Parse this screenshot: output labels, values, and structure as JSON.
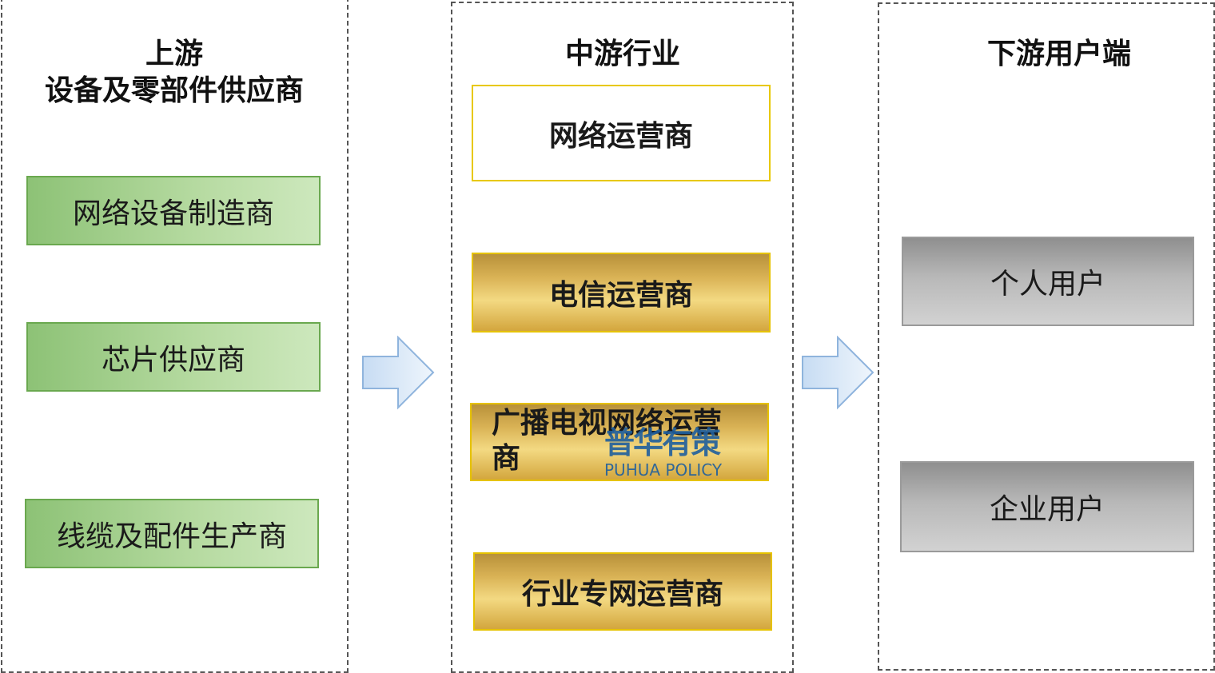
{
  "upstream": {
    "title_line1": "上游",
    "title_line2": "设备及零部件供应商",
    "items": [
      {
        "label": "网络设备制造商"
      },
      {
        "label": "芯片供应商"
      },
      {
        "label": "线缆及配件生产商"
      }
    ]
  },
  "midstream": {
    "title": "中游行业",
    "items": [
      {
        "label": "网络运营商"
      },
      {
        "label": "电信运营商"
      },
      {
        "label": "广播电视网络运营商"
      },
      {
        "label": "行业专网运营商"
      }
    ]
  },
  "downstream": {
    "title": "下游用户端",
    "items": [
      {
        "label": "个人用户"
      },
      {
        "label": "企业用户"
      }
    ]
  },
  "watermark": {
    "cn": "普华有策",
    "en": "PUHUA POLICY"
  },
  "colors": {
    "green_box": "#a9d18e",
    "gold_box": "#f2d27a",
    "gray_box": "#b3b3b3",
    "arrow_fill": "#dbe9f8",
    "arrow_stroke": "#8fb4dd",
    "watermark": "#1f5f9e"
  }
}
